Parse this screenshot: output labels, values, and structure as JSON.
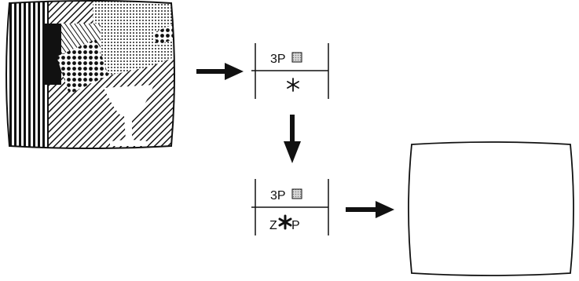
{
  "screen_before": {
    "icon": "tv-screen-with-hatched-still-life"
  },
  "stack_top": {
    "top_cell": "3P",
    "bottom_cell_icon": "asterisk"
  },
  "stack_bottom": {
    "top_cell": "3P",
    "bottom_cell_left": "Z",
    "bottom_cell_right": "P",
    "bottom_cell_icon": "bold-asterisk"
  },
  "screen_after": {
    "icon": "blank-tv-screen"
  },
  "colors": {
    "ink": "#111111",
    "swatch": "#bdbdbd",
    "background": "#ffffff"
  }
}
